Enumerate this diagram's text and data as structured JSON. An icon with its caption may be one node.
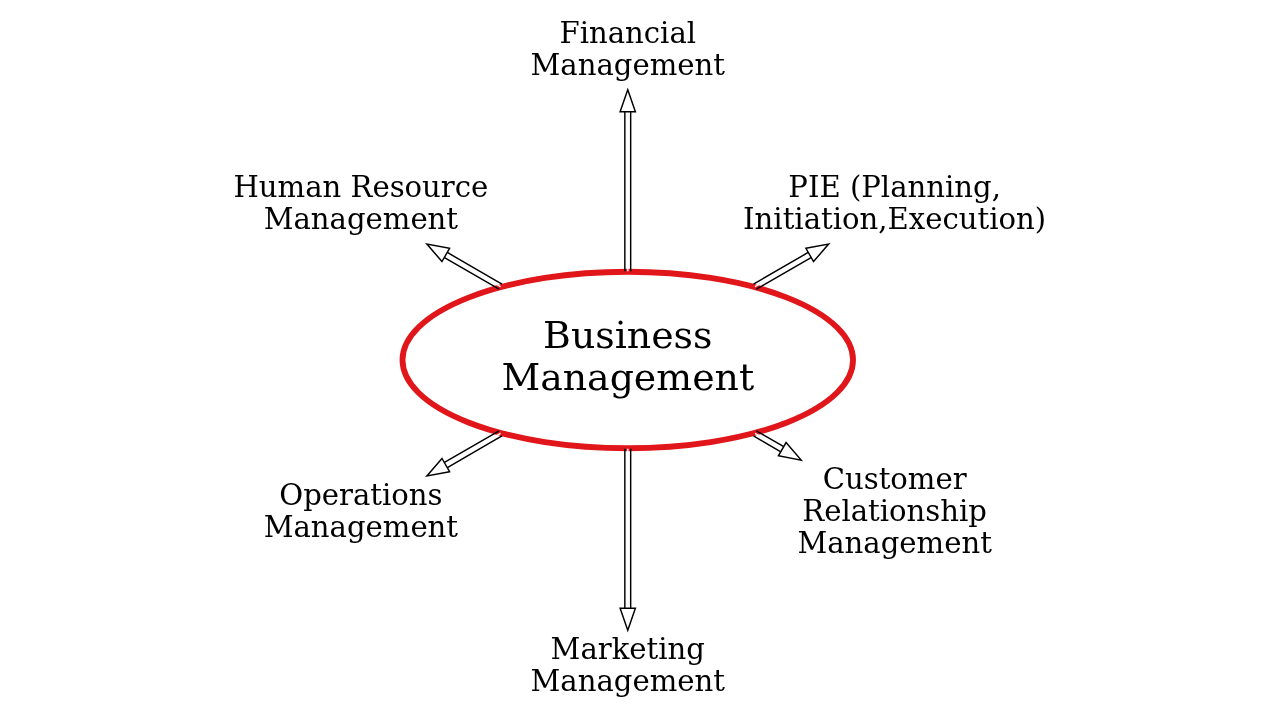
{
  "diagram": {
    "nodes": [
      {
        "text": [
          "Business Management"
        ]
      },
      {
        "text": [
          "PIE (Planning, Initiation,Execution)"
        ]
      },
      {
        "text": [
          "Financial Management"
        ]
      },
      {
        "text": [
          "Human Resource Management"
        ]
      },
      {
        "text": [
          "Operations Management"
        ]
      },
      {
        "text": [
          "Marketing Management"
        ]
      },
      {
        "text": [
          "Customer Relationship Management"
        ]
      }
    ],
    "edges": [
      {
        "from": 0,
        "to": 1,
        "arrow": "to"
      },
      {
        "from": 0,
        "to": 2,
        "arrow": "to"
      },
      {
        "from": 0,
        "to": 3,
        "arrow": "to"
      },
      {
        "from": 0,
        "to": 4,
        "arrow": "to"
      },
      {
        "from": 0,
        "to": 5,
        "arrow": "to"
      },
      {
        "from": 0,
        "to": 6,
        "arrow": "to"
      }
    ]
  }
}
